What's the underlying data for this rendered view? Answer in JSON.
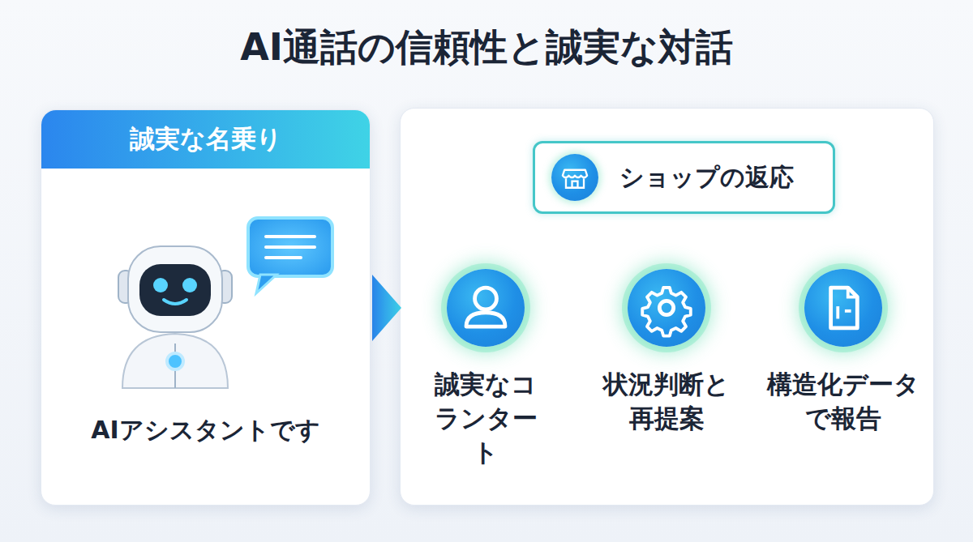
{
  "diagram": {
    "title": "AI通話の信頼性と誠実な対話",
    "nodes": [
      {
        "text": [
          "誠実な名乗り",
          "AIアシスタントです"
        ]
      },
      {
        "text": [
          "誠実なコランタート"
        ]
      },
      {
        "text": [
          "ショップの返応"
        ]
      },
      {
        "text": [
          "状況判断と再提案"
        ]
      },
      {
        "text": [
          "構造化データで報告"
        ]
      }
    ],
    "edges": [
      {
        "from": 1,
        "to": 2,
        "arrow": "to"
      },
      {
        "from": 2,
        "to": 3,
        "arrow": "to"
      },
      {
        "from": 1,
        "to": 3,
        "arrow": "to"
      },
      {
        "from": 3,
        "to": 4,
        "arrow": "to"
      }
    ]
  }
}
